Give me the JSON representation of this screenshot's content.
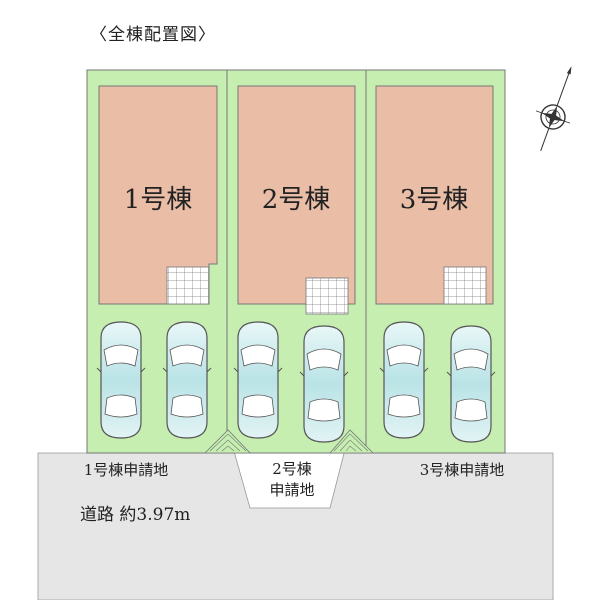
{
  "title": "〈全棟配置図〉",
  "buildings": [
    {
      "label": "1号棟"
    },
    {
      "label": "2号棟"
    },
    {
      "label": "3号棟"
    }
  ],
  "lots": [
    {
      "label": "1号棟申請地"
    },
    {
      "label": "2号棟"
    },
    {
      "label": "申請地"
    },
    {
      "label": "3号棟申請地"
    }
  ],
  "road": {
    "label": "道路 約3.97m"
  },
  "colors": {
    "lot_green": "#c5eeb0",
    "building": "#eabda7",
    "road": "#e6e6e6",
    "car": "#c8ebec"
  },
  "compass": {
    "icon": "compass-north-icon"
  }
}
